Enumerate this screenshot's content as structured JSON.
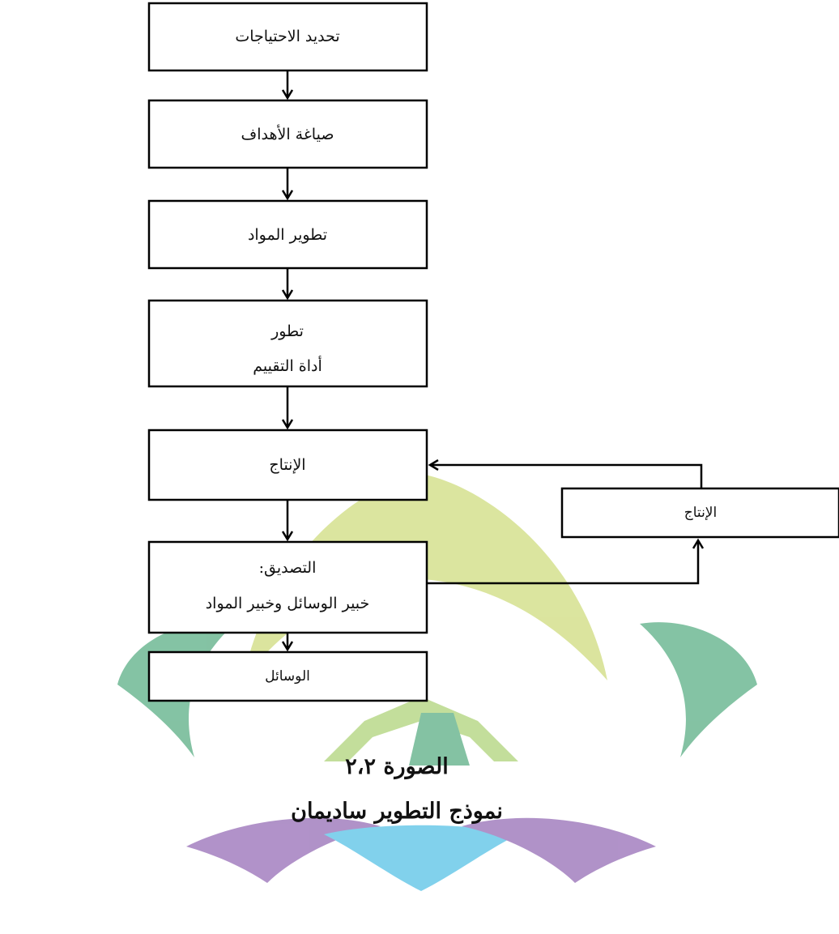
{
  "diagram": {
    "boxes": {
      "needs": "تحديد الاحتياجات",
      "objectives": "صياغة الأهداف",
      "materials": "تطوير المواد",
      "assessment_line1": "تطور",
      "assessment_line2": "أداة التقييم",
      "production": "الإنتاج",
      "revision": "الإنتاج",
      "validation_line1": "التصديق:",
      "validation_line2": "خبير الوسائل وخبير المواد",
      "media": "الوسائل"
    },
    "caption": {
      "figure_number": "الصورة ٢،٢",
      "title": "نموذج التطوير ساديمان"
    }
  },
  "colors": {
    "line": "#000000",
    "watermark_yellow": "#d5e08e",
    "watermark_green": "#6fb894",
    "watermark_purple": "#a37fbf",
    "watermark_blue": "#6cc9e9"
  }
}
